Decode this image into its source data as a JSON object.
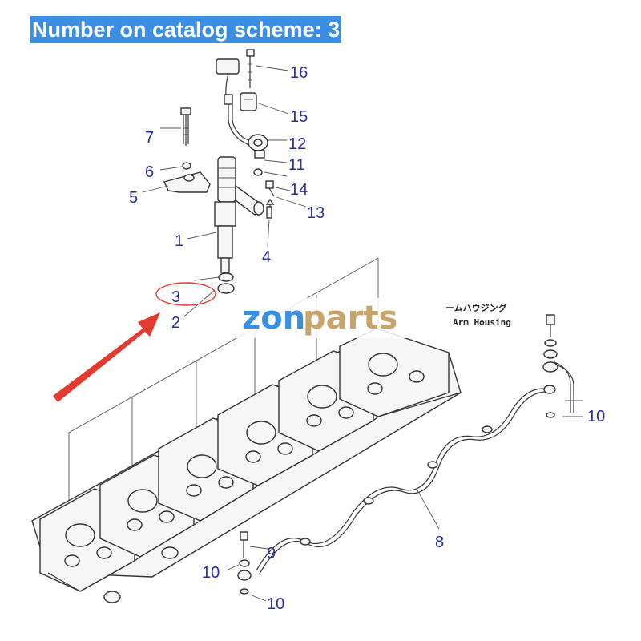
{
  "title": "Number on catalog scheme: 3",
  "watermark": {
    "text_a": "zon",
    "text_b": "parts",
    "color_a": "#3a8fe4",
    "color_b": "#c8a46a"
  },
  "housing_label": {
    "line1": "ームハウジング",
    "line2": "Arm Housing"
  },
  "callouts": {
    "c1": "1",
    "c2": "2",
    "c3": "3",
    "c4": "4",
    "c5": "5",
    "c6": "6",
    "c7": "7",
    "c8": "8",
    "c9": "9",
    "c10a": "10",
    "c10b": "10",
    "c10c": "10",
    "c11": "11",
    "c12": "12",
    "c13": "13",
    "c14": "14",
    "c15": "15",
    "c16": "16"
  },
  "colors": {
    "highlight": "#3a8fe4",
    "callout": "#2a2d9a",
    "arrow": "#e33b2f",
    "circle": "#e33b2f"
  }
}
